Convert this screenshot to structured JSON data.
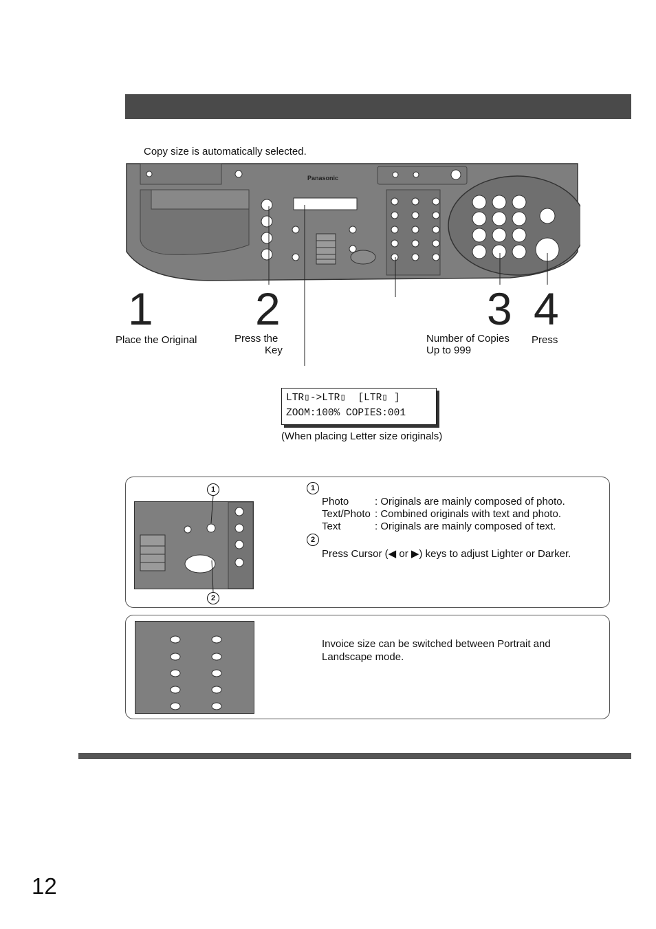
{
  "intro": "Copy size is automatically selected.",
  "panel": {
    "brand": "Panasonic"
  },
  "steps": [
    {
      "number": "1",
      "label": "Place the Original"
    },
    {
      "number": "2",
      "label_line1": "Press the",
      "label_line2": "Key"
    },
    {
      "number": "3",
      "label_line1": "Number of Copies",
      "label_line2": "Up to 999"
    },
    {
      "number": "4",
      "label": "Press"
    }
  ],
  "lcd": {
    "line1": "LTR▯->LTR▯  [LTR▯ ]",
    "line2": "ZOOM:100% COPIES:001"
  },
  "lcd_caption": "(When placing Letter size originals)",
  "box1": {
    "marker1": "1",
    "marker2": "2",
    "modes": [
      {
        "name": "Photo",
        "desc": ": Originals are mainly composed of photo."
      },
      {
        "name": "Text/Photo",
        "desc": ": Combined originals with text and photo."
      },
      {
        "name": "Text",
        "desc": ": Originals are mainly composed of text."
      }
    ],
    "cursor_text": "Press Cursor (◀ or ▶) keys to adjust Lighter or Darker."
  },
  "box2": {
    "text_line1": "Invoice size can be switched between Portrait and",
    "text_line2": "Landscape mode."
  },
  "page_number": "12",
  "colors": {
    "title_bar": "#4a4a4a",
    "panel": "#808080",
    "panel_dark": "#6e6e6e",
    "button": "#ffffff"
  }
}
